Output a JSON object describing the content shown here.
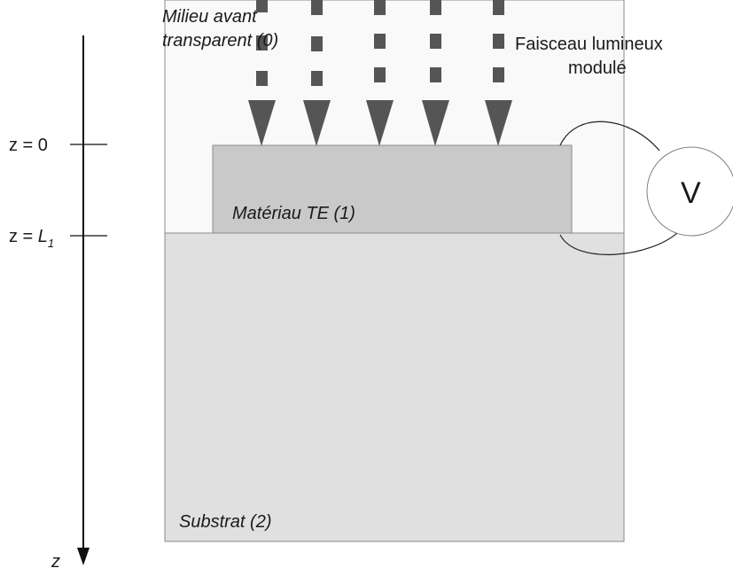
{
  "labels": {
    "front_medium_line1": "Milieu avant",
    "front_medium_line2": "transparent (0)",
    "beam_line1": "Faisceau lumineux",
    "beam_line2": "modulé",
    "te_material": "Matériau TE  (1)",
    "substrate": "Substrat  (2)",
    "voltmeter": "V"
  },
  "axis": {
    "z0_label_prefix": "z = 0",
    "zl1_label_prefix": "z = ",
    "zl1_symbol": "L",
    "zl1_subscript": "1",
    "axis_name": "z"
  },
  "colors": {
    "front_medium": "#f9f9f9",
    "te_layer": "#c9c9c9",
    "substrate": "#e0e0e0",
    "arrow": "#555555",
    "outline": "#808080"
  }
}
